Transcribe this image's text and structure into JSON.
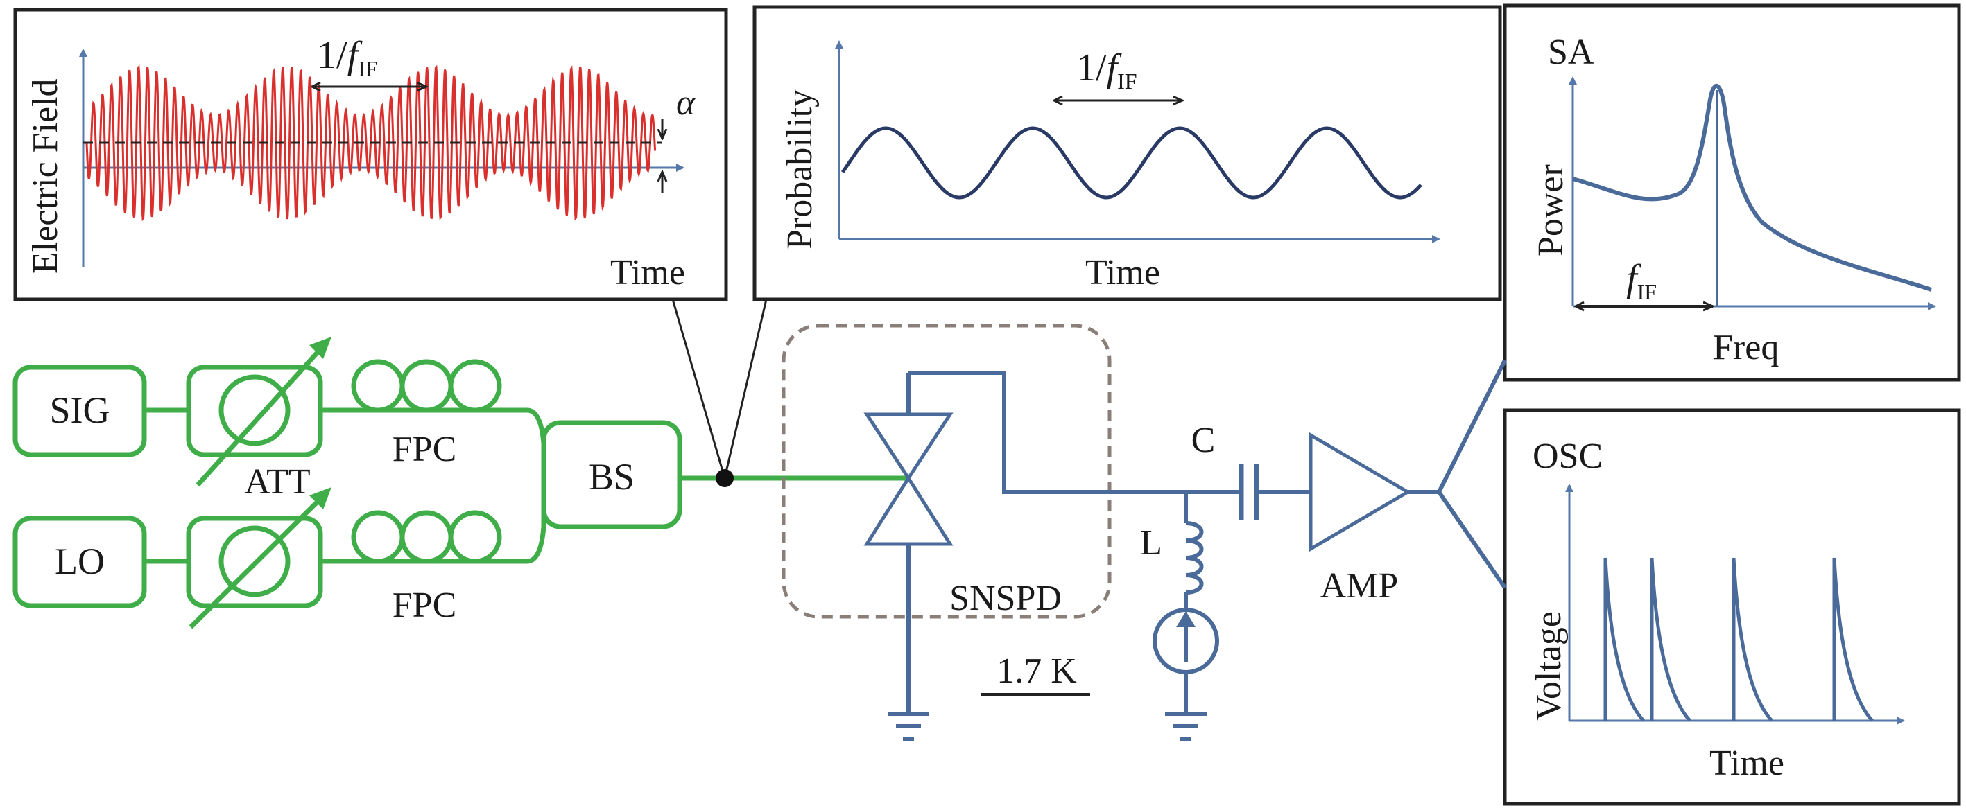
{
  "insets": {
    "electric_field": {
      "ylabel": "Electric Field",
      "xlabel": "Time",
      "period_prefix": "1/",
      "period_f": "f",
      "period_sub": "IF",
      "alpha": "α"
    },
    "probability": {
      "ylabel": "Probability",
      "xlabel": "Time",
      "period_prefix": "1/",
      "period_f": "f",
      "period_sub": "IF"
    },
    "sa": {
      "title": "SA",
      "ylabel": "Power",
      "xlabel": "Freq",
      "marker_f": "f",
      "marker_sub": "IF"
    },
    "osc": {
      "title": "OSC",
      "ylabel": "Voltage",
      "xlabel": "Time"
    }
  },
  "components": {
    "sig": "SIG",
    "lo": "LO",
    "att": "ATT",
    "fpc_top": "FPC",
    "fpc_bottom": "FPC",
    "bs": "BS",
    "snspd": "SNSPD",
    "temperature": "1.7 K",
    "capacitor": "C",
    "inductor": "L",
    "amp": "AMP"
  },
  "colors": {
    "optical": "#3fae49",
    "electrical": "#4a6a9a",
    "field_wave": "#d9302e",
    "cryostat": "#8a7f78",
    "curve": "#2a3a66"
  }
}
